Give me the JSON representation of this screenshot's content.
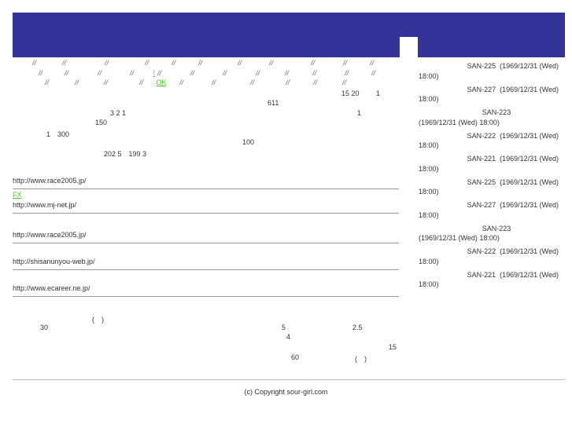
{
  "nav": {
    "links": [
      "",
      "",
      "",
      "",
      "",
      "",
      "",
      "",
      "",
      "",
      "",
      "",
      "",
      "",
      "",
      "!",
      "",
      "",
      "",
      "",
      "",
      "",
      "",
      "",
      "",
      "",
      "",
      "OK",
      "",
      "",
      "",
      "",
      "",
      ""
    ],
    "separator": "//"
  },
  "body_numbers": [
    "15 20",
    "1",
    "611",
    "3 2 1",
    "1",
    "150",
    "1　300",
    "100",
    "202 5　199 3"
  ],
  "entries": [
    {
      "link": "",
      "url": "http://www.race2005.jp/"
    },
    {
      "link": "FX",
      "url": "http://www.mj-net.jp/"
    },
    {
      "link": "",
      "url": "http://www.race2005.jp/"
    },
    {
      "link": "",
      "url": "http://shisanunyou-web.jp/"
    },
    {
      "link": "",
      "url": "http://www.ecareer.ne.jp/"
    }
  ],
  "lower_text": [
    "(　)",
    "30",
    "5",
    "2.5",
    "4",
    "15",
    "60",
    "(　)"
  ],
  "sidebar": [
    {
      "code": "SAN-225",
      "date": "(1969/12/31 (Wed)",
      "time": "18:00)"
    },
    {
      "code": "SAN-227",
      "date": "(1969/12/31 (Wed)",
      "time": "18:00)"
    },
    {
      "code": "SAN-223",
      "date": "(1969/12/31 (Wed) 18:00)",
      "time": ""
    },
    {
      "code": "SAN-222",
      "date": "(1969/12/31 (Wed)",
      "time": "18:00)"
    },
    {
      "code": "SAN-221",
      "date": "(1969/12/31 (Wed)",
      "time": "18:00)"
    },
    {
      "code": "SAN-225",
      "date": "(1969/12/31 (Wed)",
      "time": "18:00)"
    },
    {
      "code": "SAN-227",
      "date": "(1969/12/31 (Wed)",
      "time": "18:00)"
    },
    {
      "code": "SAN-223",
      "date": "(1969/12/31 (Wed) 18:00)",
      "time": ""
    },
    {
      "code": "SAN-222",
      "date": "(1969/12/31 (Wed)",
      "time": "18:00)"
    },
    {
      "code": "SAN-221",
      "date": "(1969/12/31 (Wed)",
      "time": "18:00)"
    }
  ],
  "footer": "(c) Copyright sour-girl.com"
}
